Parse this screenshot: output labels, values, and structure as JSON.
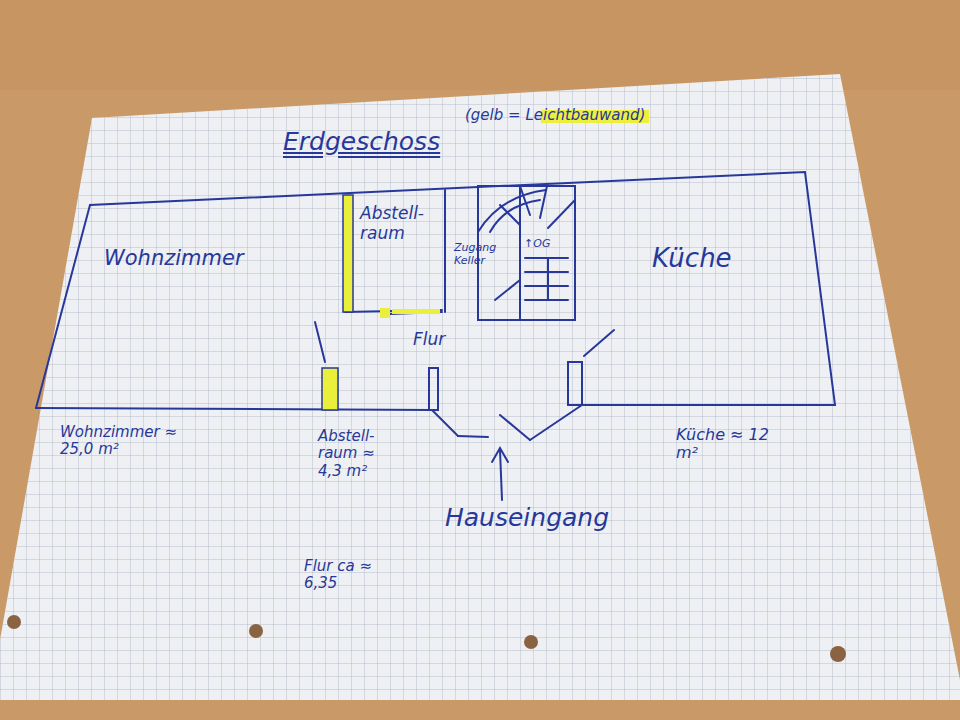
{
  "diagram": {
    "title": "Erdgeschoss",
    "nodes": [
      {
        "text": [
          "Abstell- raum"
        ]
      }
    ],
    "labels": [
      "Wohnzimmer",
      "Zugang Keller",
      "↑OG",
      "Flur",
      "Küche",
      "Wohnzimmer ≈ 25,0 m²",
      "Abstell- raum ≈ 4,3 m²",
      "Küche ≈ 12 m²",
      "Flur ca ≈ 6,35",
      "Hauseingang"
    ],
    "legend": [
      {
        "text": "(gelb = Leichtbauwand)",
        "color": "#ecf03c"
      }
    ]
  }
}
